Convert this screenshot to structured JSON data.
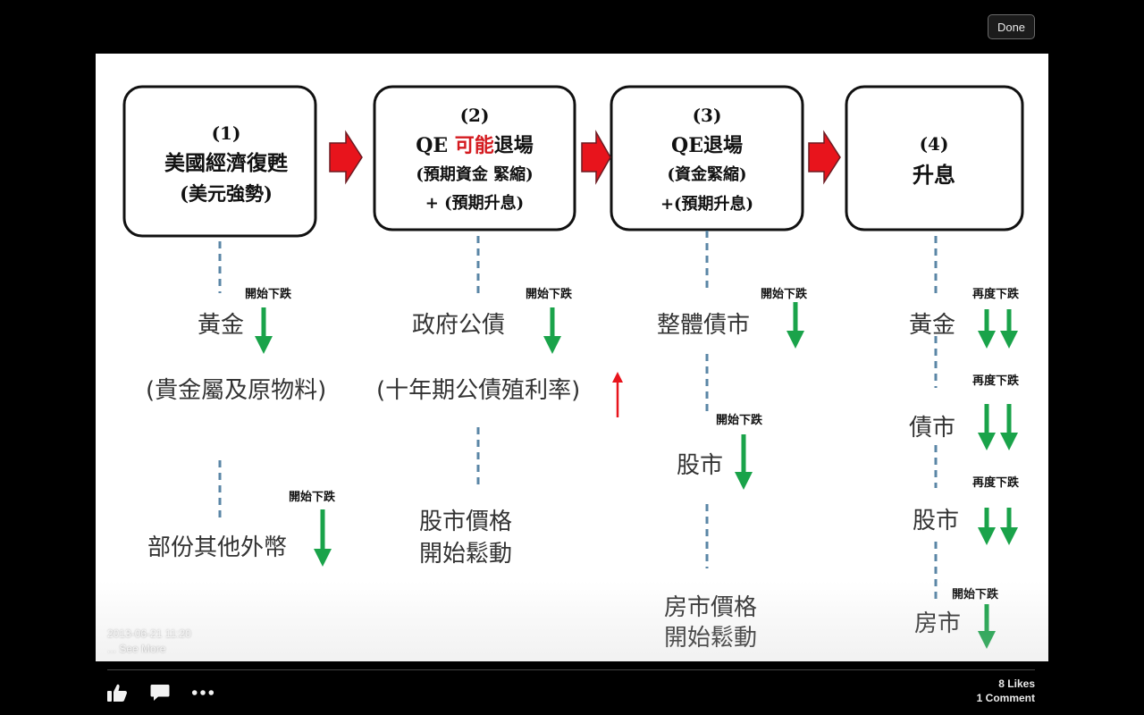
{
  "toolbar_top": {
    "done_label": "Done"
  },
  "diagram": {
    "boxes": [
      {
        "num": "(1)",
        "line1": "美國經濟復甦",
        "line2": "(美元強勢)",
        "line3": ""
      },
      {
        "num": "(2)",
        "line1_a": "QE ",
        "line1_b": "可能",
        "line1_c": "退場",
        "line2": "(預期資金 緊縮)",
        "line3": "+ (預期升息)"
      },
      {
        "num": "(3)",
        "line1": "QE退場",
        "line2": "(資金緊縮)",
        "line3": "+(預期升息)"
      },
      {
        "num": "(4)",
        "line1": "升息",
        "line2": "",
        "line3": ""
      }
    ],
    "col1": {
      "start_fall_1": "開始下跌",
      "item1": "黃金",
      "item1_sub": "(貴金屬及原物料)",
      "start_fall_2": "開始下跌",
      "item2": "部份其他外幣"
    },
    "col2": {
      "start_fall_1": "開始下跌",
      "item1": "政府公債",
      "item1_sub": "(十年期公債殖利率)",
      "item2_l1": "股市價格",
      "item2_l2": "開始鬆動"
    },
    "col3": {
      "start_fall_1": "開始下跌",
      "item1": "整體債市",
      "start_fall_2": "開始下跌",
      "item2": "股市",
      "item3_l1": "房市價格",
      "item3_l2": "開始鬆動"
    },
    "col4": {
      "again_fall_1": "再度下跌",
      "item1": "黃金",
      "again_fall_2": "再度下跌",
      "item2": "債市",
      "again_fall_3": "再度下跌",
      "item3": "股市",
      "start_fall_4": "開始下跌",
      "item4": "房市"
    }
  },
  "post_meta": {
    "date": "2013-06-21 11:20",
    "see_more": "... See More"
  },
  "actions": {
    "likes": "8 Likes",
    "comments": "1 Comment"
  },
  "colors": {
    "green_arrow": "#1aa34a",
    "red_arrow": "#e8141c",
    "red_text": "#d41a1f",
    "dash": "#5a86a6"
  },
  "icons": [
    "like-icon",
    "comment-icon",
    "more-icon"
  ]
}
